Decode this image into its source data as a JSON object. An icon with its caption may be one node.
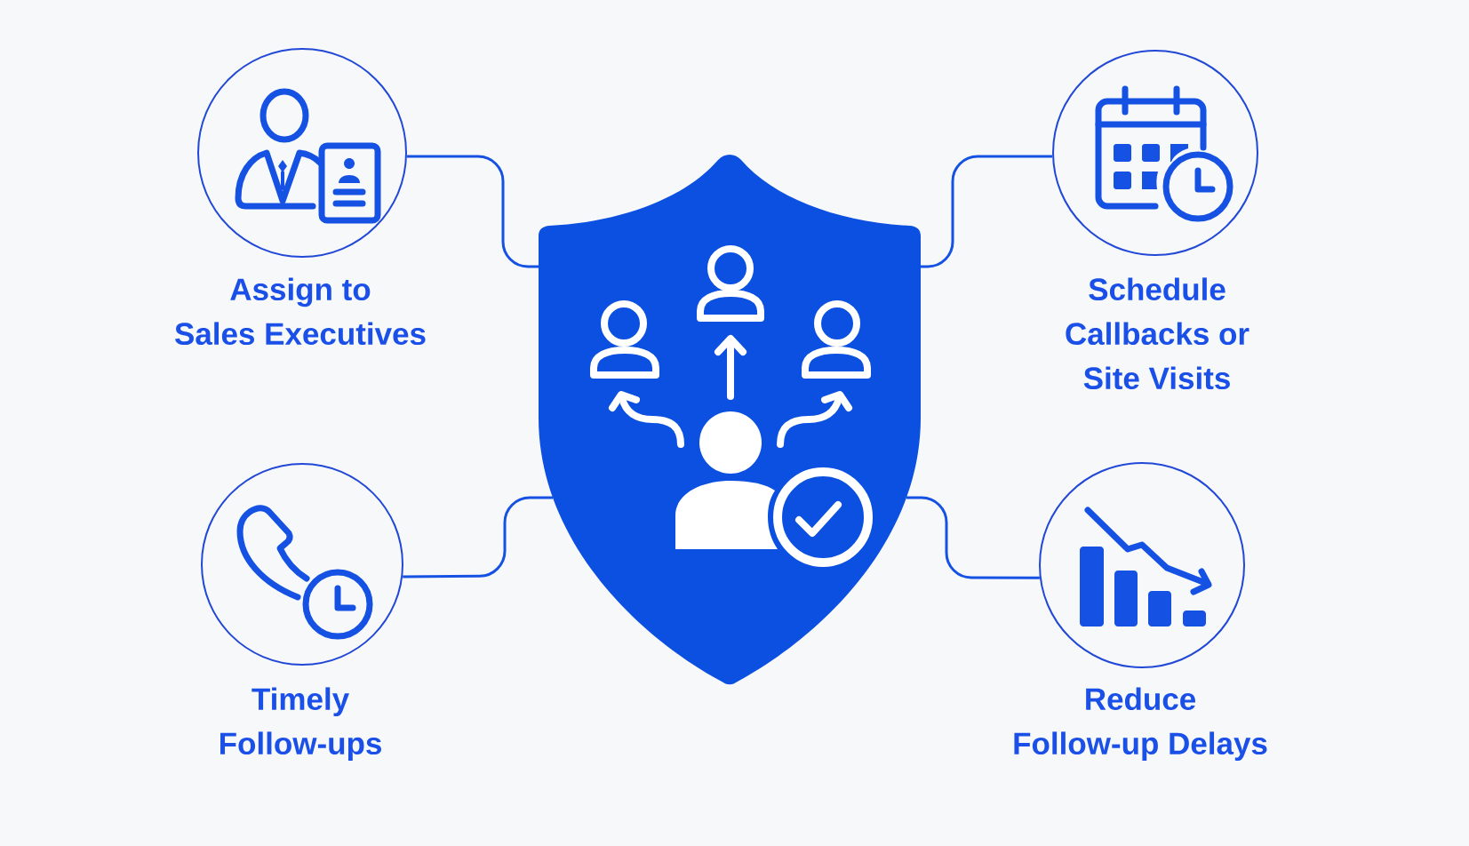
{
  "diagram": {
    "nodes": [
      {
        "text": [
          "Assign to Sales Executives"
        ]
      },
      {
        "text": [],
        "shape": "shield"
      },
      {
        "text": [
          "Schedule Callbacks or Site Visits"
        ]
      },
      {
        "text": [
          "Timely Follow-ups"
        ]
      },
      {
        "text": [
          "Reduce Follow-up Delays"
        ]
      }
    ],
    "edges": [
      {
        "from": 1,
        "to": 0,
        "arrow": "none"
      },
      {
        "from": 1,
        "to": 2,
        "arrow": "none"
      },
      {
        "from": 1,
        "to": 3,
        "arrow": "none"
      },
      {
        "from": 1,
        "to": 4,
        "arrow": "none"
      }
    ]
  }
}
